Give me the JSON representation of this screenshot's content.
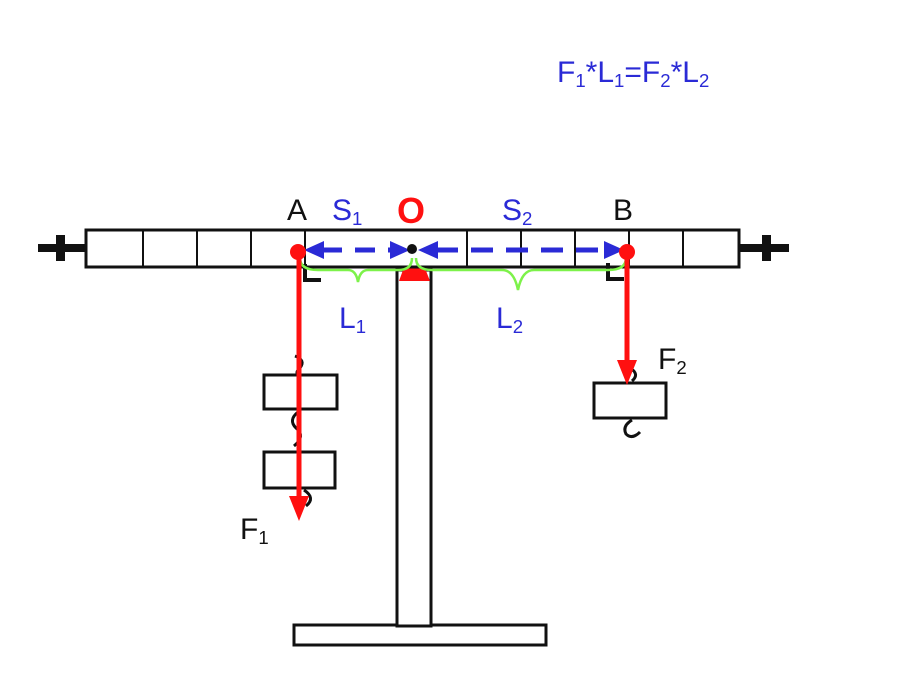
{
  "formula": {
    "f1": "F",
    "s1": "1",
    "star1": "*",
    "l1": "L",
    "s2": "1",
    "eq": "=",
    "f2": "F",
    "s3": "2",
    "star2": "*",
    "l2": "L",
    "s4": "2"
  },
  "points": {
    "a": "A",
    "b": "B",
    "o": "O"
  },
  "arms": {
    "s1": {
      "main": "S",
      "sub": "1"
    },
    "s2": {
      "main": "S",
      "sub": "2"
    },
    "l1": {
      "main": "L",
      "sub": "1"
    },
    "l2": {
      "main": "L",
      "sub": "2"
    }
  },
  "forces": {
    "f1": {
      "main": "F",
      "sub": "1"
    },
    "f2": {
      "main": "F",
      "sub": "2"
    }
  },
  "colors": {
    "force": "#ff1010",
    "arm": "#2a2ad6",
    "brace": "#7df24a",
    "outline": "#111111"
  },
  "weights": {
    "left_count": 2,
    "right_count": 1
  }
}
